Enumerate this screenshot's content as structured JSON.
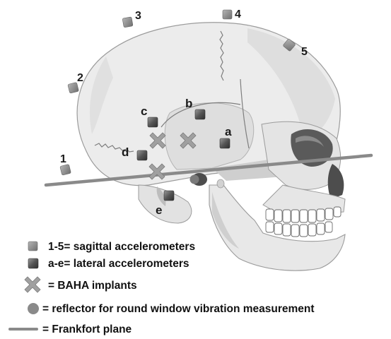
{
  "figure": {
    "sagittal_markers": [
      {
        "label": "1"
      },
      {
        "label": "2"
      },
      {
        "label": "3"
      },
      {
        "label": "4"
      },
      {
        "label": "5"
      }
    ],
    "lateral_markers": [
      {
        "label": "a"
      },
      {
        "label": "b"
      },
      {
        "label": "c"
      },
      {
        "label": "d"
      },
      {
        "label": "e"
      }
    ]
  },
  "legend": {
    "sagittal": "1-5= sagittal accelerometers",
    "lateral": "a-e= lateral accelerometers",
    "baha": "= BAHA implants",
    "reflector": "= reflector for round window vibration measurement",
    "frankfort": "= Frankfort plane"
  },
  "colors": {
    "sagittal_marker": "#8c8c8c",
    "lateral_marker": "#555555",
    "baha_cross": "#a0a0a0",
    "frankfort_line": "#8a8a8a",
    "skull_fill": "#e9e9e9",
    "skull_shade": "#cfcfcf"
  }
}
